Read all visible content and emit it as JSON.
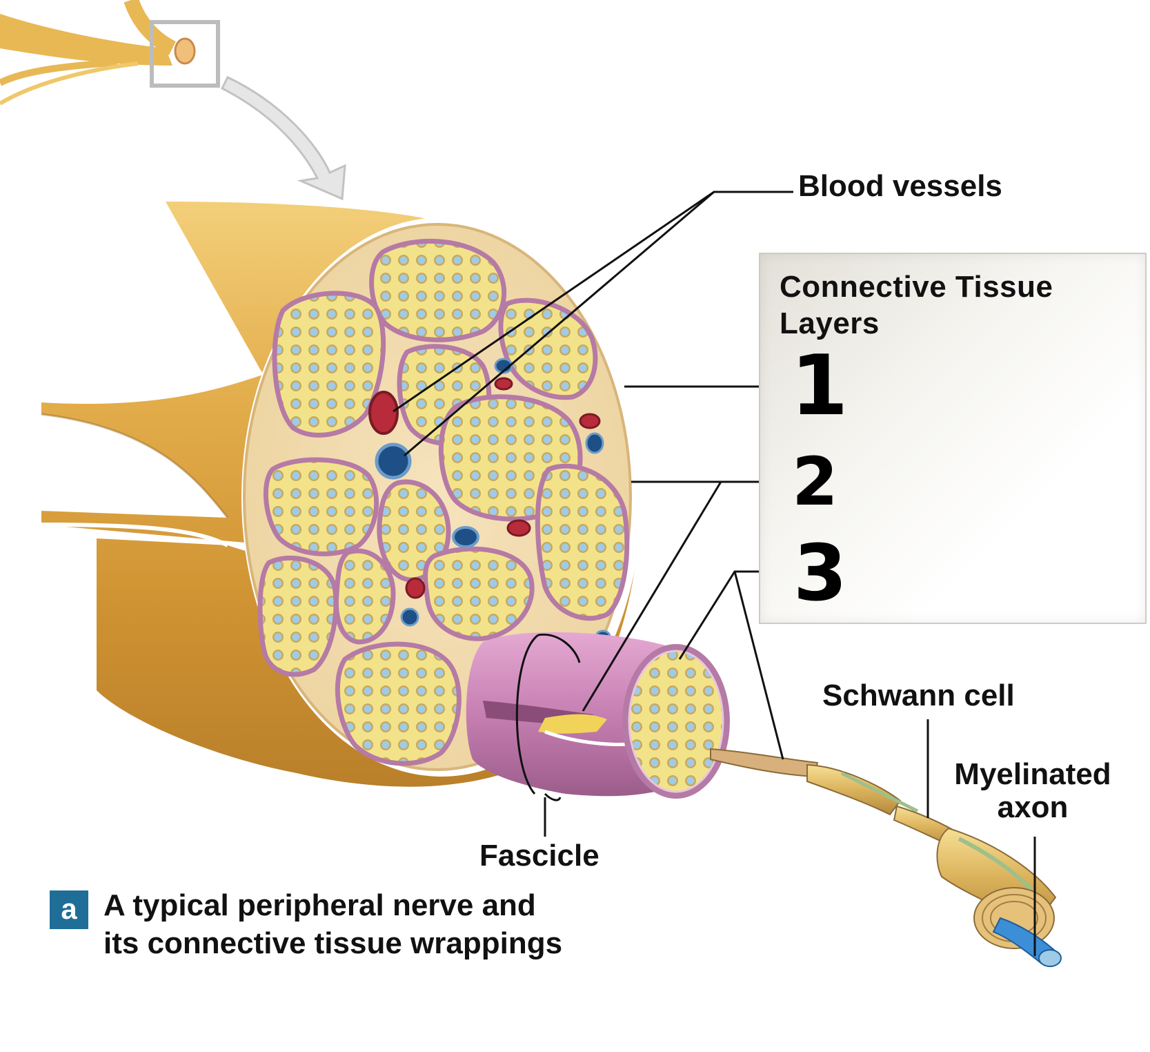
{
  "labels": {
    "blood_vessels": "Blood vessels",
    "schwann_cell": "Schwann cell",
    "myelinated_axon_line1": "Myelinated",
    "myelinated_axon_line2": "axon",
    "fascicle": "Fascicle"
  },
  "panel": {
    "title": "Connective Tissue Layers",
    "numbers": [
      "1",
      "2",
      "3"
    ]
  },
  "caption": {
    "badge": "a",
    "text_line1": "A typical peripheral nerve and",
    "text_line2": "its connective tissue wrappings"
  },
  "colors": {
    "epineurium": "#e1ad48",
    "perineurium": "#b57aa5",
    "endoneurium": "#f2e38a",
    "axon": "#9fcbe6",
    "artery": "#b82b3a",
    "vein": "#1e4f86",
    "badge": "#1f6e98"
  }
}
